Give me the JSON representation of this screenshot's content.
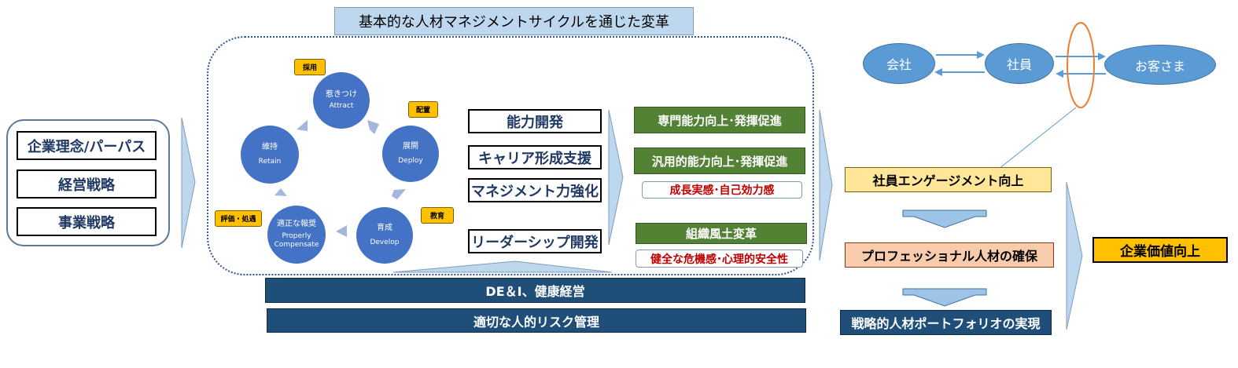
{
  "title": "基本的な人材マネジメントサイクルを通じた変革",
  "foundation": [
    "企業理念/パーパス",
    "経営戦略",
    "事業戦略"
  ],
  "cycle": {
    "attract": {
      "jp": "惹きつけ",
      "en": "Attract"
    },
    "deploy": {
      "jp": "展開",
      "en": "Deploy"
    },
    "develop": {
      "jp": "育成",
      "en": "Develop"
    },
    "compensate": {
      "jp": "適正な報奨",
      "en": "Properly Compensate"
    },
    "retain": {
      "jp": "維持",
      "en": "Retain"
    },
    "tags": {
      "hiring": "採用",
      "placement": "配置",
      "education": "教育",
      "evaluation": "評価・処遇"
    }
  },
  "programs": [
    "能力開発",
    "キャリア形成支援",
    "マネジメント力強化",
    "リーダーシップ開発"
  ],
  "outcomes": {
    "specialized": "専門能力向上･発揮促進",
    "general": "汎用的能力向上･発揮促進",
    "growth": "成長実感･自己効力感",
    "culture": "組織風土変革",
    "safety": "健全な危機感･心理的安全性"
  },
  "base": {
    "dei": "DE＆I、健康経営",
    "risk": "適切な人的リスク管理"
  },
  "relations": {
    "company": "会社",
    "employee": "社員",
    "customer": "お客さま"
  },
  "results": {
    "engagement": "社員エンゲージメント向上",
    "professional": "プロフェッショナル人材の確保",
    "portfolio": "戦略的人材ポートフォリオの実現"
  },
  "final": "企業価値向上",
  "colors": {
    "circle": "#4472c4",
    "green": "#548235",
    "navy": "#1f4e79",
    "gold": "#ffc000",
    "light_blue": "#bdd7ee"
  }
}
